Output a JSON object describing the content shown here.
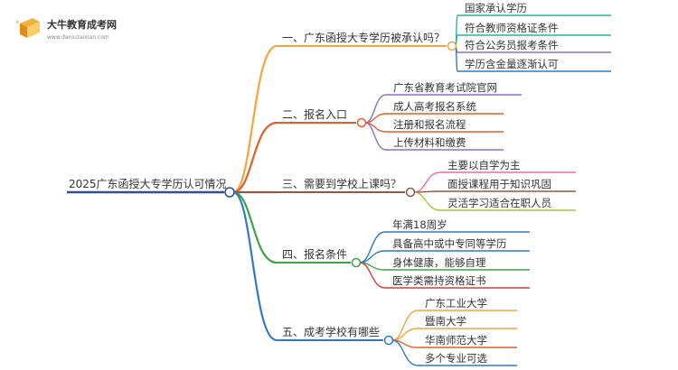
{
  "logo": {
    "name": "大牛教育成考网",
    "url": "www.daniuzaixian.com"
  },
  "root": {
    "label": "2025广东函授大专学历认可情况"
  },
  "branches": [
    {
      "label": "一、广东函授大专学历被承认吗？",
      "color": "#f4a340",
      "children": [
        {
          "label": "国家承认学历",
          "color": "#27b3a3"
        },
        {
          "label": "符合教师资格证条件",
          "color": "#27b3a3"
        },
        {
          "label": "符合公务员报考条件",
          "color": "#8e6fc9"
        },
        {
          "label": "学历含金量逐渐认可",
          "color": "#2f79c9"
        }
      ]
    },
    {
      "label": "二、报名入口",
      "color": "#e35d2b",
      "children": [
        {
          "label": "广东省教育考试院官网",
          "color": "#8e6fc9"
        },
        {
          "label": "成人高考报名系统",
          "color": "#e35d2b"
        },
        {
          "label": "注册和报名流程",
          "color": "#e35d2b"
        },
        {
          "label": "上传材料和缴费",
          "color": "#8e6fc9"
        }
      ]
    },
    {
      "label": "三、需要到学校上课吗？",
      "color": "#8a5a44",
      "children": [
        {
          "label": "主要以自学为主",
          "color": "#e86bb0"
        },
        {
          "label": "面授课程用于知识巩固",
          "color": "#8a5a44"
        },
        {
          "label": "灵活学习适合在职人员",
          "color": "#a8c23a"
        }
      ]
    },
    {
      "label": "四、报名条件",
      "color": "#3aa645",
      "children": [
        {
          "label": "年满18周岁",
          "color": "#2f79c9"
        },
        {
          "label": "具备高中或中专同等学历",
          "color": "#2f79c9"
        },
        {
          "label": "身体健康，能够自理",
          "color": "#3aa645"
        },
        {
          "label": "医学类需持资格证书",
          "color": "#d83a3a"
        }
      ]
    },
    {
      "label": "五、成考学校有哪些",
      "color": "#2f79c9",
      "children": [
        {
          "label": "广东工业大学",
          "color": "#f4a340"
        },
        {
          "label": "暨南大学",
          "color": "#f4a340"
        },
        {
          "label": "华南师范大学",
          "color": "#e35d2b"
        },
        {
          "label": "多个专业可选",
          "color": "#2f79c9"
        }
      ]
    }
  ]
}
